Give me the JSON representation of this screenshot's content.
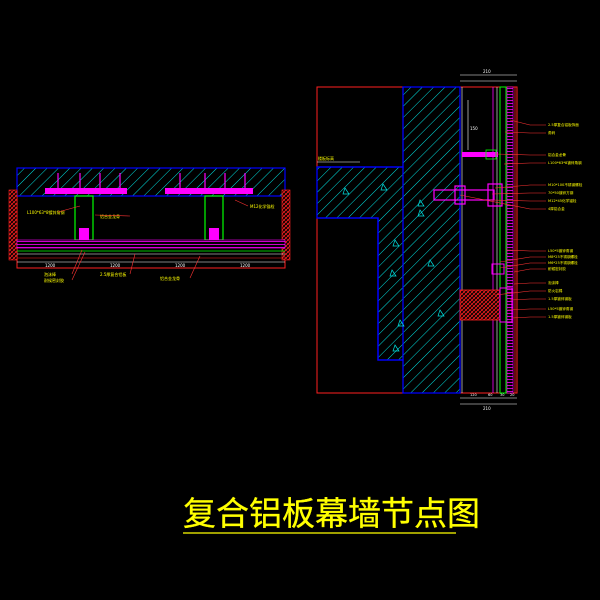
{
  "title": "复合铝板幕墙节点图",
  "colors": {
    "background": "#000000",
    "outline": "#ff2020",
    "structure": "#0000ff",
    "hatch": "#00e0e0",
    "bracket": "#ff00ff",
    "label": "#ffff00",
    "dimension": "#ffffff",
    "green": "#00ff00",
    "leader": "#ff3333"
  },
  "right_detail": {
    "dim_top": "210",
    "dim_bottom": "210",
    "dim_bottom_parts": [
      "120",
      "60",
      "30",
      "20"
    ],
    "dim_side": "150",
    "floor_label": "楼板标高",
    "labels": [
      "2.5厚复合铝板饰面",
      "角码",
      "铝合金龙骨",
      "L100*63*8镀锌角钢",
      "M10*100不锈钢螺栓",
      "70*50镀锌方钢",
      "M12*45化学锚栓",
      "4厚铝合金",
      "L50*5镀锌角钢",
      "M8*25不锈钢螺栓",
      "M6*25不锈钢螺栓",
      "耐候密封胶",
      "泡沫棒",
      "防火岩棉",
      "1.5厚镀锌钢板",
      "L50*5镀锌角钢",
      "1.5厚镀锌钢板"
    ]
  },
  "left_detail": {
    "labels_top": [
      "L100*63*8镀锌角钢",
      "铝合金龙骨"
    ],
    "labels_bottom": [
      "泡沫棒",
      "耐候密封胶",
      "2.5厚复合铝板",
      "铝合金龙骨"
    ],
    "label_right": "M12化学锚栓",
    "dims": [
      "1200",
      "1200",
      "1200",
      "1200"
    ]
  }
}
